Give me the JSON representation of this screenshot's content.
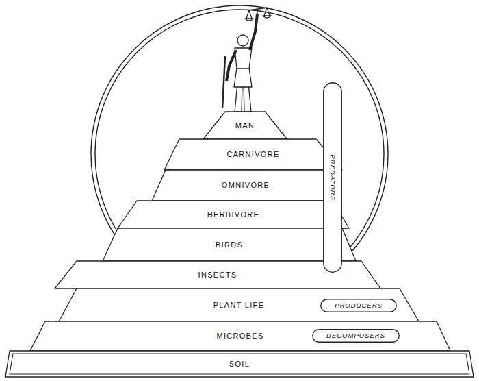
{
  "diagram": {
    "nodes": [
      {
        "text": [
          "MAN"
        ]
      },
      {
        "text": [
          "CARNIVORE"
        ]
      },
      {
        "text": [
          "OMNIVORE"
        ]
      },
      {
        "text": [
          "HERBIVORE"
        ]
      },
      {
        "text": [
          "PREDATORS"
        ]
      },
      {
        "text": [
          "BIRDS"
        ]
      },
      {
        "text": [
          "INSECTS"
        ]
      },
      {
        "text": [
          "PLANT LIFE"
        ]
      },
      {
        "text": [
          "PRODUCERS"
        ],
        "in": 7
      },
      {
        "text": [
          "MICROBES"
        ]
      },
      {
        "text": [
          "DECOMPOSERS"
        ],
        "in": 9
      },
      {
        "text": [
          "SOIL"
        ]
      }
    ]
  }
}
